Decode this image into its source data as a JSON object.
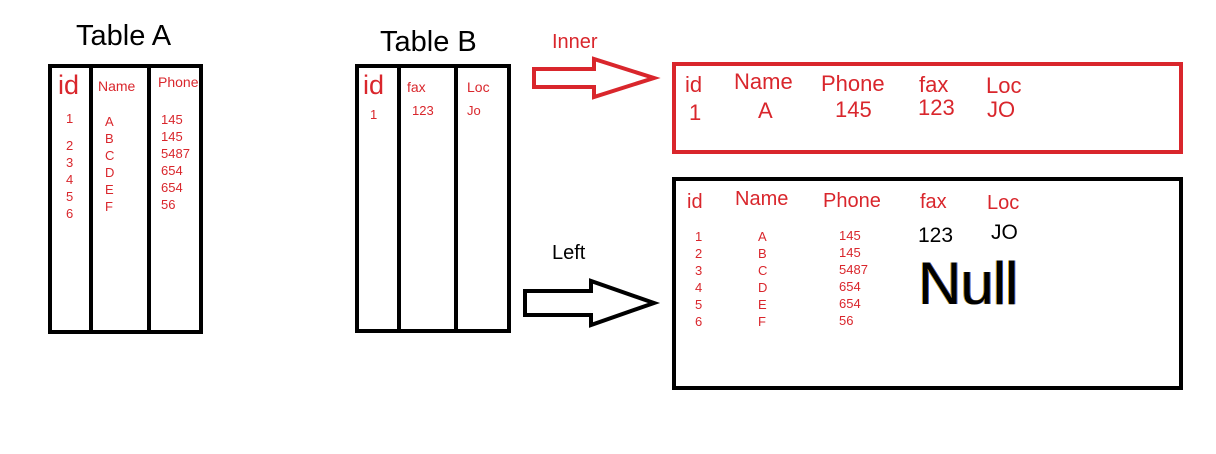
{
  "table_a": {
    "title": "Table A",
    "headers": {
      "id": "id",
      "name": "Name",
      "phone": "Phone"
    },
    "ids": [
      "1",
      "2",
      "3",
      "4",
      "5",
      "6"
    ],
    "names": [
      "A",
      "B",
      "C",
      "D",
      "E",
      "F"
    ],
    "phones": [
      "145",
      "145",
      "5487",
      "654",
      "654",
      "56"
    ]
  },
  "table_b": {
    "title": "Table B",
    "headers": {
      "id": "id",
      "fax": "fax",
      "loc": "Loc"
    },
    "row": {
      "id": "1",
      "fax": "123",
      "loc": "Jo"
    }
  },
  "inner": {
    "label": "Inner",
    "headers": {
      "id": "id",
      "name": "Name",
      "phone": "Phone",
      "fax": "fax",
      "loc": "Loc"
    },
    "row": {
      "id": "1",
      "name": "A",
      "phone": "145",
      "fax": "123",
      "loc": "JO"
    }
  },
  "left": {
    "label": "Left",
    "headers": {
      "id": "id",
      "name": "Name",
      "phone": "Phone",
      "fax": "fax",
      "loc": "Loc"
    },
    "ids": [
      "1",
      "2",
      "3",
      "4",
      "5",
      "6"
    ],
    "names": [
      "A",
      "B",
      "C",
      "D",
      "E",
      "F"
    ],
    "phones": [
      "145",
      "145",
      "5487",
      "654",
      "654",
      "56"
    ],
    "fax": "123",
    "loc": "JO",
    "null_text": "Null"
  },
  "colors": {
    "red": "#d9262c",
    "black": "#000000"
  }
}
